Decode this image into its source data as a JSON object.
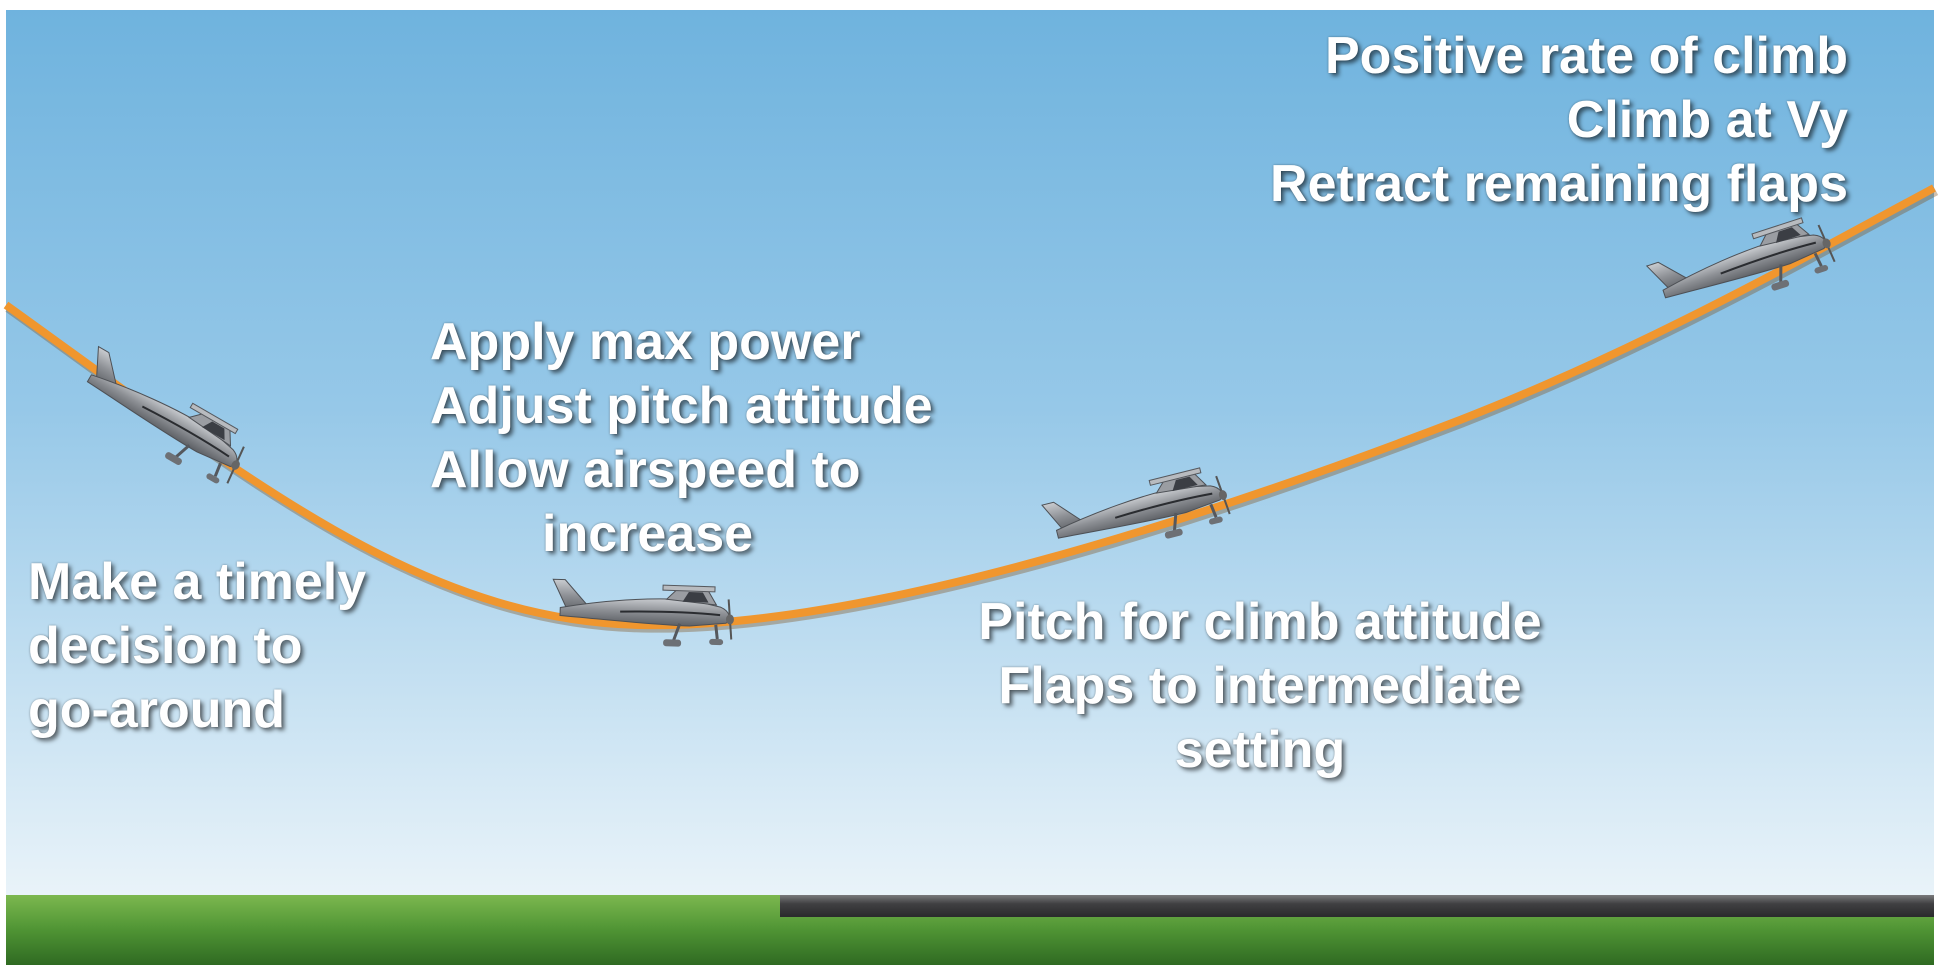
{
  "steps": {
    "decision": {
      "lines": [
        "Make a timely",
        "decision to",
        "go-around"
      ]
    },
    "power": {
      "lines": [
        "Apply max power",
        "Adjust pitch attitude",
        "Allow airspeed to",
        "increase"
      ]
    },
    "pitch": {
      "lines": [
        "Pitch for climb attitude",
        "Flaps to intermediate",
        "setting"
      ]
    },
    "climb": {
      "lines": [
        "Positive rate of climb",
        "Climb at Vy",
        "Retract remaining flaps"
      ]
    }
  },
  "colors": {
    "sky_top": "#6fb4df",
    "sky_bottom": "#e8f2f9",
    "flight_path": "#f0962e",
    "grass": "#4f9a3a",
    "runway": "#444446",
    "aircraft": "#8a8d92"
  },
  "icons": [
    "airplane-icon"
  ]
}
